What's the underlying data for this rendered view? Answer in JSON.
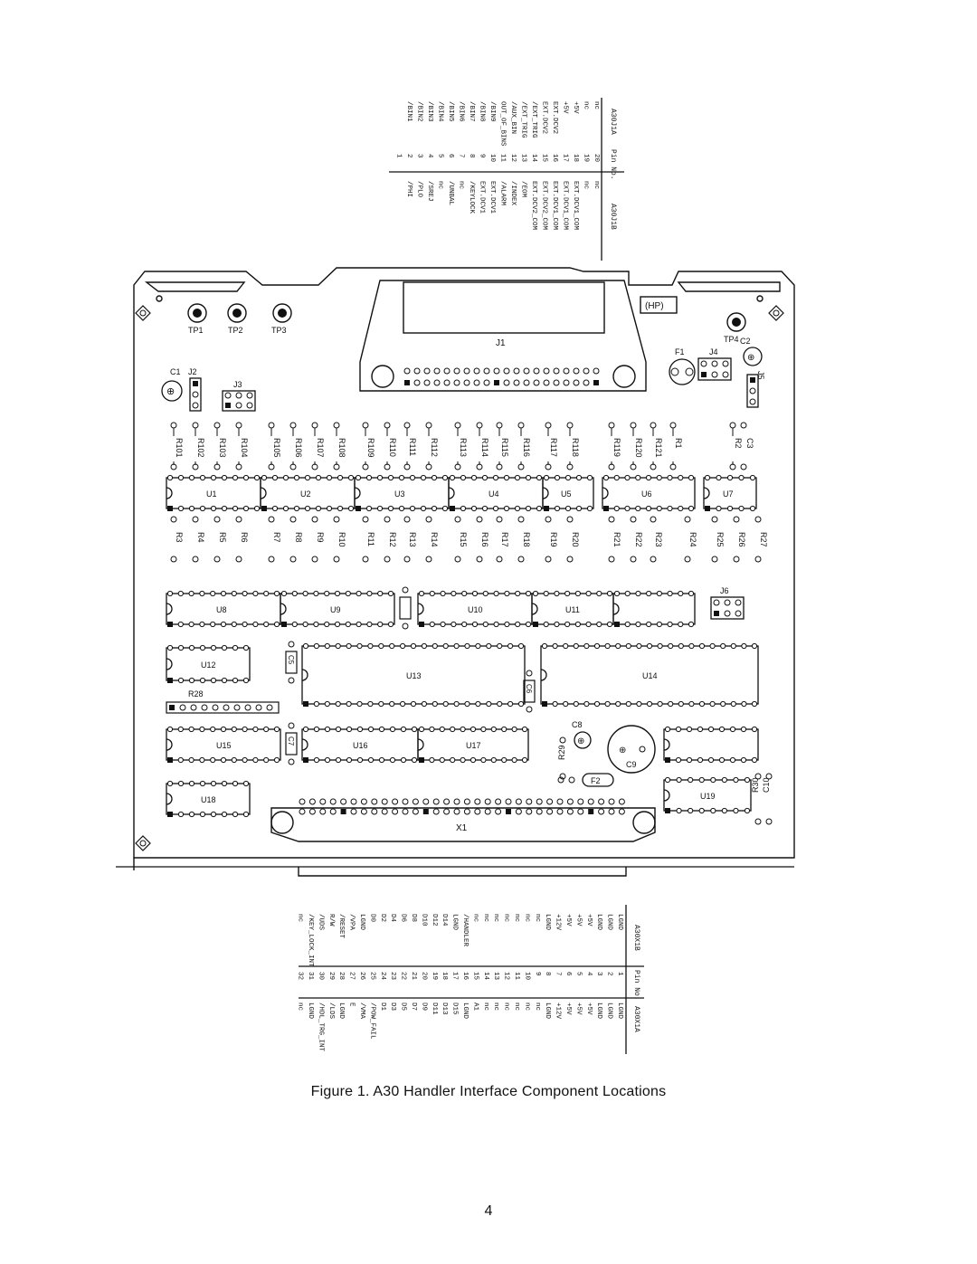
{
  "figure": {
    "caption": "Figure 1. A30 Handler Interface Component Locations",
    "page_number": "4"
  },
  "top_table": {
    "col_left_header": "A30J1B",
    "col_pin_header": "Pin No.",
    "col_right_header": "A30J1A",
    "rows": [
      {
        "pin": "20",
        "b": "nc",
        "a": "nc"
      },
      {
        "pin": "19",
        "b": "nc",
        "a": "nc"
      },
      {
        "pin": "18",
        "b": "EXT.DCV1_COM",
        "a": "+5V"
      },
      {
        "pin": "17",
        "b": "EXT.DCV1_COM",
        "a": "+5V"
      },
      {
        "pin": "16",
        "b": "EXT.DCV1_COM",
        "a": "EXT.DCV2"
      },
      {
        "pin": "15",
        "b": "EXT.DCV2_COM",
        "a": "EXT.DCV2"
      },
      {
        "pin": "14",
        "b": "EXT.DCV2_COM",
        "a": "/EXT_TRIG"
      },
      {
        "pin": "13",
        "b": "/EOM",
        "a": "/EXT_TRIG"
      },
      {
        "pin": "12",
        "b": "/INDEX",
        "a": "/AUX_BIN"
      },
      {
        "pin": "11",
        "b": "/ALARM",
        "a": "OUT_OF_BINS"
      },
      {
        "pin": "10",
        "b": "EXT.DCV1",
        "a": "/BIN9"
      },
      {
        "pin": "9",
        "b": "EXT.DCV1",
        "a": "/BIN8"
      },
      {
        "pin": "8",
        "b": "/KEYLOCK",
        "a": "/BIN7"
      },
      {
        "pin": "7",
        "b": "nc",
        "a": "/BIN6"
      },
      {
        "pin": "6",
        "b": "/UNBAL",
        "a": "/BIN5"
      },
      {
        "pin": "5",
        "b": "nc",
        "a": "/BIN4"
      },
      {
        "pin": "4",
        "b": "/SREJ",
        "a": "/BIN3"
      },
      {
        "pin": "3",
        "b": "/PLO",
        "a": "/BIN2"
      },
      {
        "pin": "2",
        "b": "/PHI",
        "a": "/BIN1"
      },
      {
        "pin": "1",
        "b": "",
        "a": ""
      }
    ]
  },
  "bottom_table": {
    "col_left_header": "A30X1B",
    "col_pin_header": "Pin No.",
    "col_right_header": "A30X1A",
    "rows": [
      {
        "pin": "1",
        "b": "LGND",
        "a": "LGND"
      },
      {
        "pin": "2",
        "b": "LGND",
        "a": "LGND"
      },
      {
        "pin": "3",
        "b": "LGND",
        "a": "LGND"
      },
      {
        "pin": "4",
        "b": "+5V",
        "a": "+5V"
      },
      {
        "pin": "5",
        "b": "+5V",
        "a": "+5V"
      },
      {
        "pin": "6",
        "b": "+5V",
        "a": "+5V"
      },
      {
        "pin": "7",
        "b": "+12V",
        "a": "+12V"
      },
      {
        "pin": "8",
        "b": "LGND",
        "a": "LGND"
      },
      {
        "pin": "9",
        "b": "nc",
        "a": "nc"
      },
      {
        "pin": "10",
        "b": "nc",
        "a": "nc"
      },
      {
        "pin": "11",
        "b": "nc",
        "a": "nc"
      },
      {
        "pin": "12",
        "b": "nc",
        "a": "nc"
      },
      {
        "pin": "13",
        "b": "nc",
        "a": "nc"
      },
      {
        "pin": "14",
        "b": "nc",
        "a": "nc"
      },
      {
        "pin": "15",
        "b": "nc",
        "a": "A1"
      },
      {
        "pin": "16",
        "b": "/HANDLER",
        "a": "LGND"
      },
      {
        "pin": "17",
        "b": "LGND",
        "a": "D15"
      },
      {
        "pin": "18",
        "b": "D14",
        "a": "D13"
      },
      {
        "pin": "19",
        "b": "D12",
        "a": "D11"
      },
      {
        "pin": "20",
        "b": "D10",
        "a": "D9"
      },
      {
        "pin": "21",
        "b": "D8",
        "a": "D7"
      },
      {
        "pin": "22",
        "b": "D6",
        "a": "D5"
      },
      {
        "pin": "23",
        "b": "D4",
        "a": "D3"
      },
      {
        "pin": "24",
        "b": "D2",
        "a": "D1"
      },
      {
        "pin": "25",
        "b": "D0",
        "a": "/POW_FAIL"
      },
      {
        "pin": "26",
        "b": "LGND",
        "a": "/VMA"
      },
      {
        "pin": "27",
        "b": "/VPA",
        "a": "E"
      },
      {
        "pin": "28",
        "b": "/RESET",
        "a": "LGND"
      },
      {
        "pin": "29",
        "b": "R/W",
        "a": "/LDS"
      },
      {
        "pin": "30",
        "b": "/UDS",
        "a": "/HDL_TRG_INT"
      },
      {
        "pin": "31",
        "b": "/KEY_LOCK_INT",
        "a": "LGND"
      },
      {
        "pin": "32",
        "b": "nc",
        "a": "nc"
      }
    ]
  },
  "board": {
    "tp": [
      "TP1",
      "TP2",
      "TP3",
      "TP4"
    ],
    "logo": "(HP)",
    "connectors": {
      "j1": "J1",
      "x1": "X1",
      "j2": "J2",
      "j3": "J3",
      "j4": "J4",
      "j5": "J5",
      "j6": "J6"
    },
    "caps": {
      "c1": "C1",
      "c2": "C2",
      "c3": "C3",
      "c5": "C5",
      "c6": "C6",
      "c7": "C7",
      "c8": "C8",
      "c9": "C9",
      "c10": "C10"
    },
    "fuses": {
      "f1": "F1",
      "f2": "F2"
    },
    "top_resistors": [
      "R101",
      "R102",
      "R103",
      "R104",
      "R105",
      "R106",
      "R107",
      "R108",
      "R109",
      "R110",
      "R111",
      "R112",
      "R113",
      "R114",
      "R115",
      "R116",
      "R117",
      "R118",
      "R119",
      "R120",
      "R121",
      "R1",
      "R2"
    ],
    "bottom_resistors": [
      "R3",
      "R4",
      "R5",
      "R6",
      "R7",
      "R8",
      "R9",
      "R10",
      "R11",
      "R12",
      "R13",
      "R14",
      "R15",
      "R16",
      "R17",
      "R18",
      "R19",
      "R20",
      "R21",
      "R22",
      "R23",
      "R24",
      "R25",
      "R26",
      "R27"
    ],
    "misc_resistors": {
      "r28": "R28",
      "r29": "R29",
      "r30": "R30"
    },
    "ics": {
      "u1": "U1",
      "u2": "U2",
      "u3": "U3",
      "u4": "U4",
      "u5": "U5",
      "u6": "U6",
      "u7": "U7",
      "u8": "U8",
      "u9": "U9",
      "u10": "U10",
      "u11": "U11",
      "u12": "U12",
      "u13": "U13",
      "u14": "U14",
      "u15": "U15",
      "u16": "U16",
      "u17": "U17",
      "u18": "U18",
      "u19": "U19"
    }
  }
}
